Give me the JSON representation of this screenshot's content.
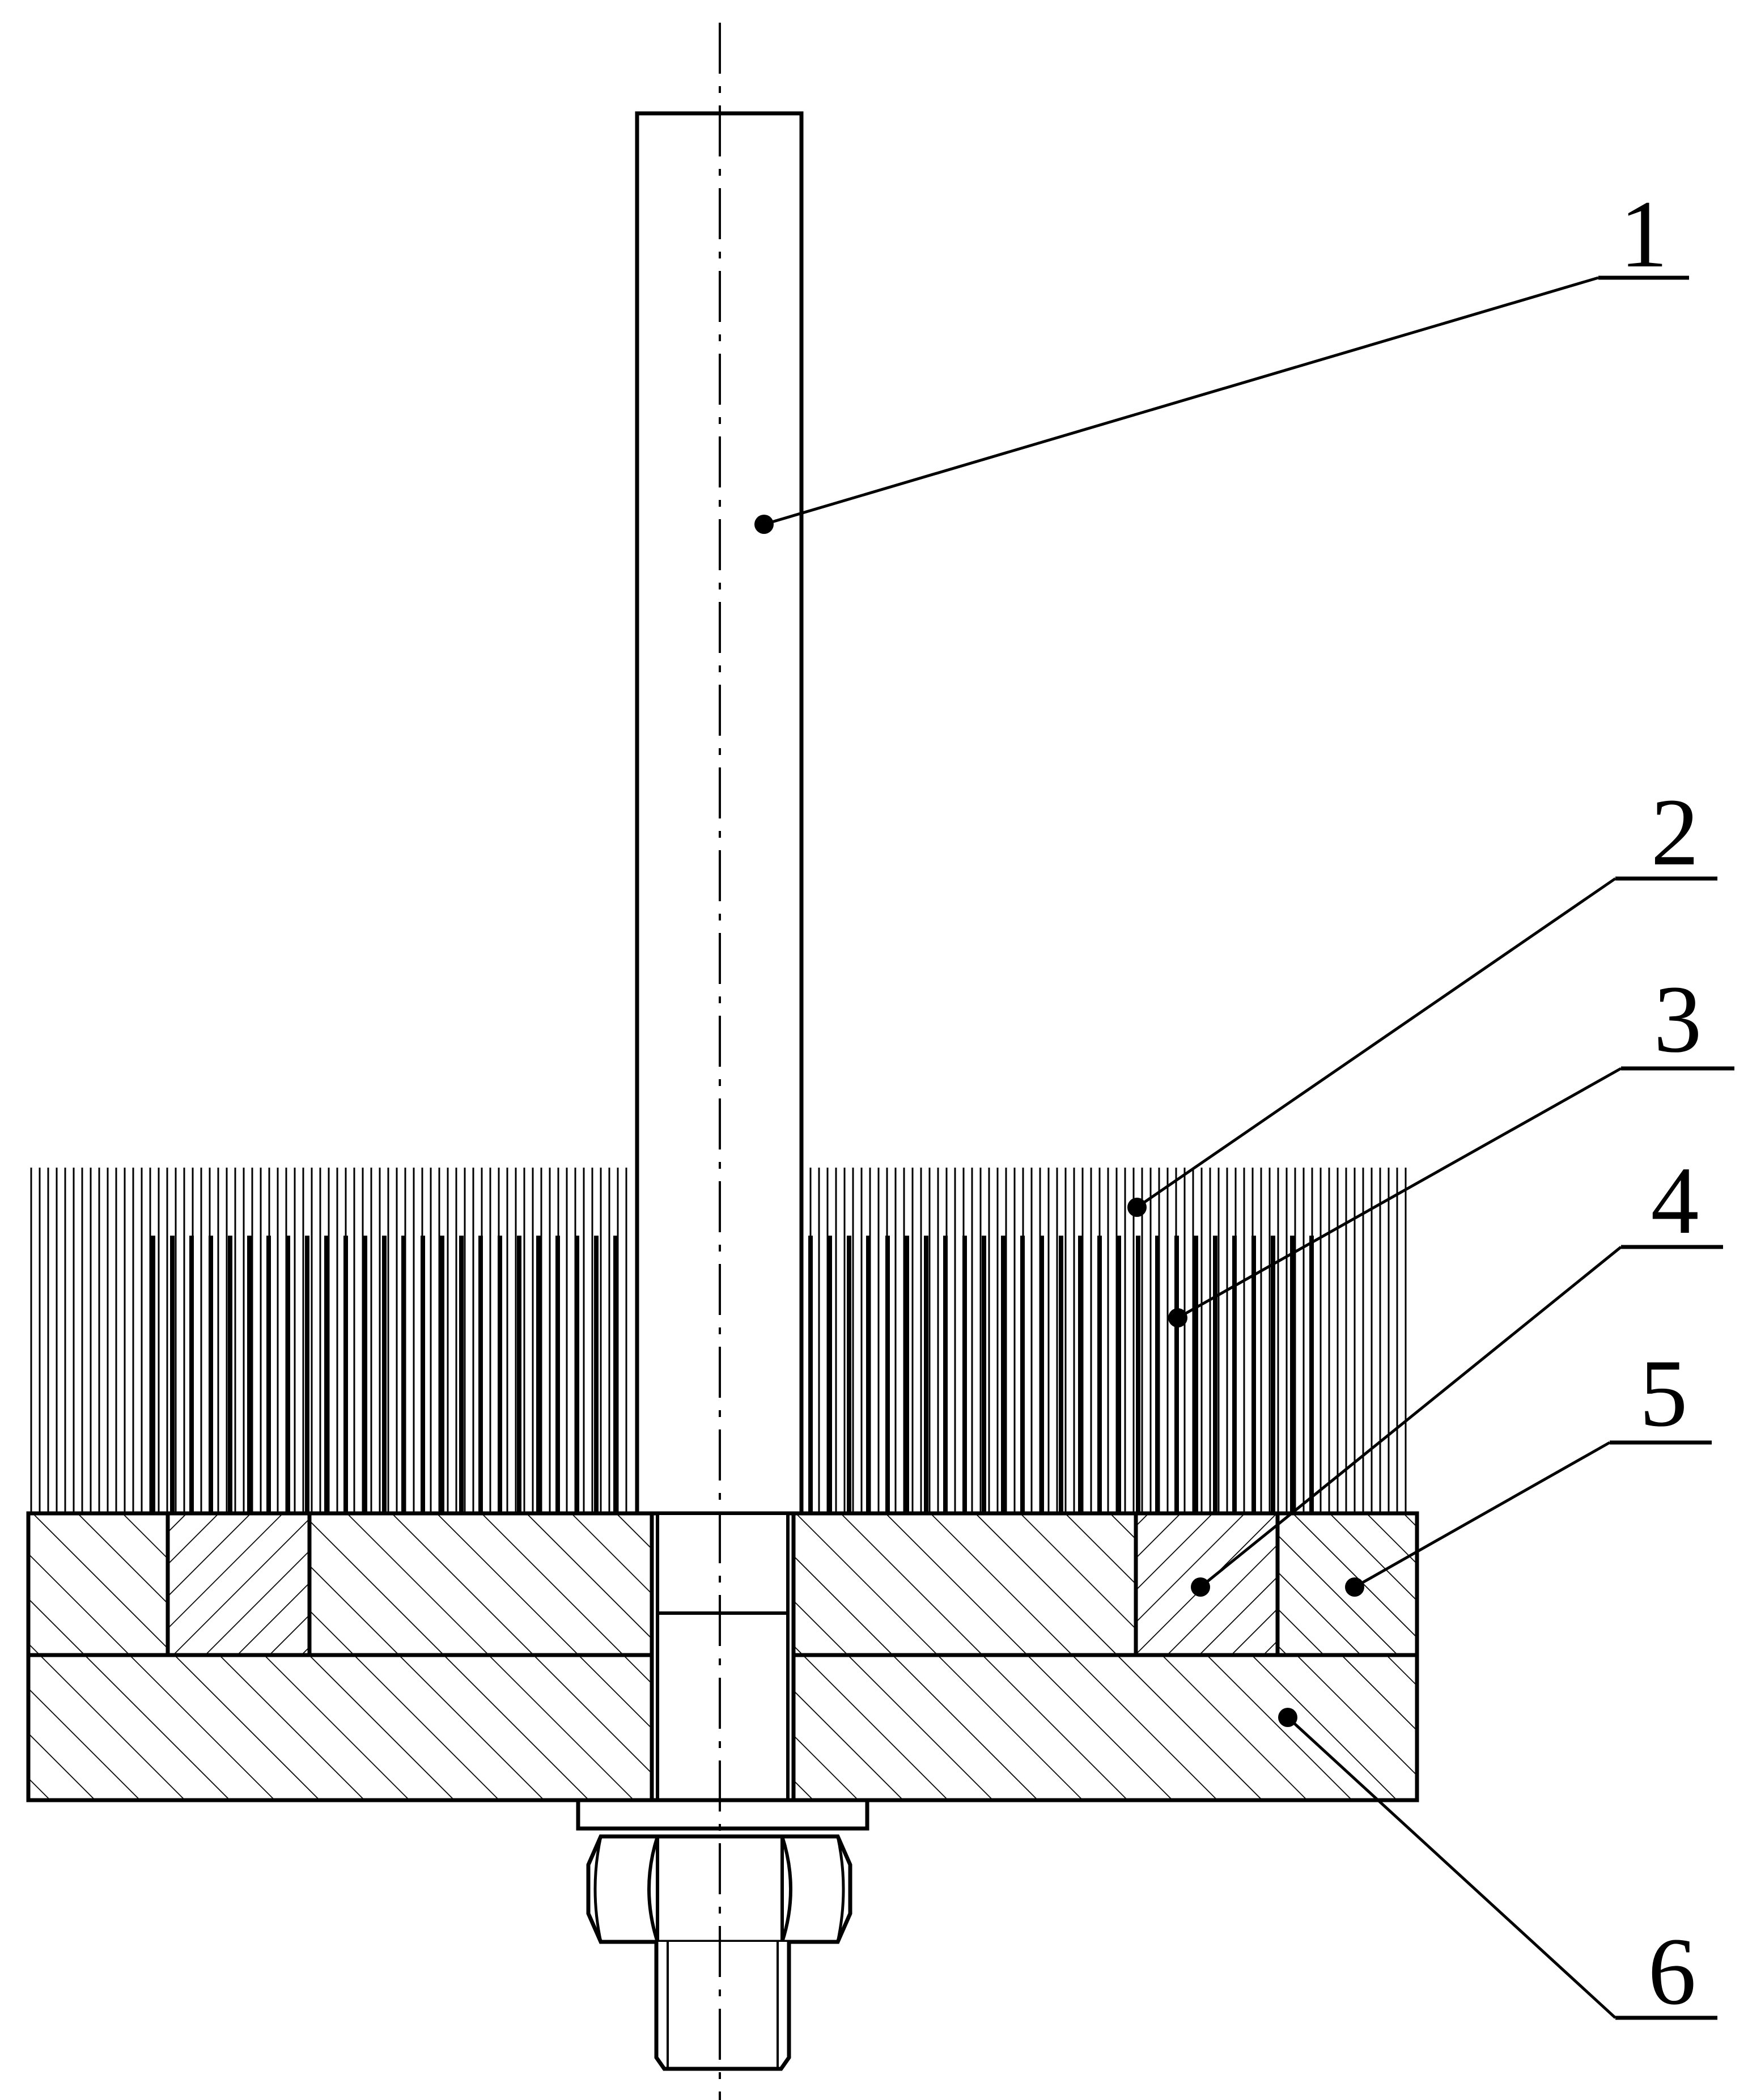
{
  "diagram": {
    "type": "mechanical cross-section drawing",
    "line_color": "#000000",
    "background_color": "#ffffff",
    "callouts": [
      {
        "id": "1",
        "label": "1",
        "points_to": "shaft"
      },
      {
        "id": "2",
        "label": "2",
        "points_to": "outer-bristles"
      },
      {
        "id": "3",
        "label": "3",
        "points_to": "inner-bristles"
      },
      {
        "id": "4",
        "label": "4",
        "points_to": "inner-ring-insert"
      },
      {
        "id": "5",
        "label": "5",
        "points_to": "outer-ring-insert"
      },
      {
        "id": "6",
        "label": "6",
        "points_to": "base-plate"
      }
    ]
  }
}
